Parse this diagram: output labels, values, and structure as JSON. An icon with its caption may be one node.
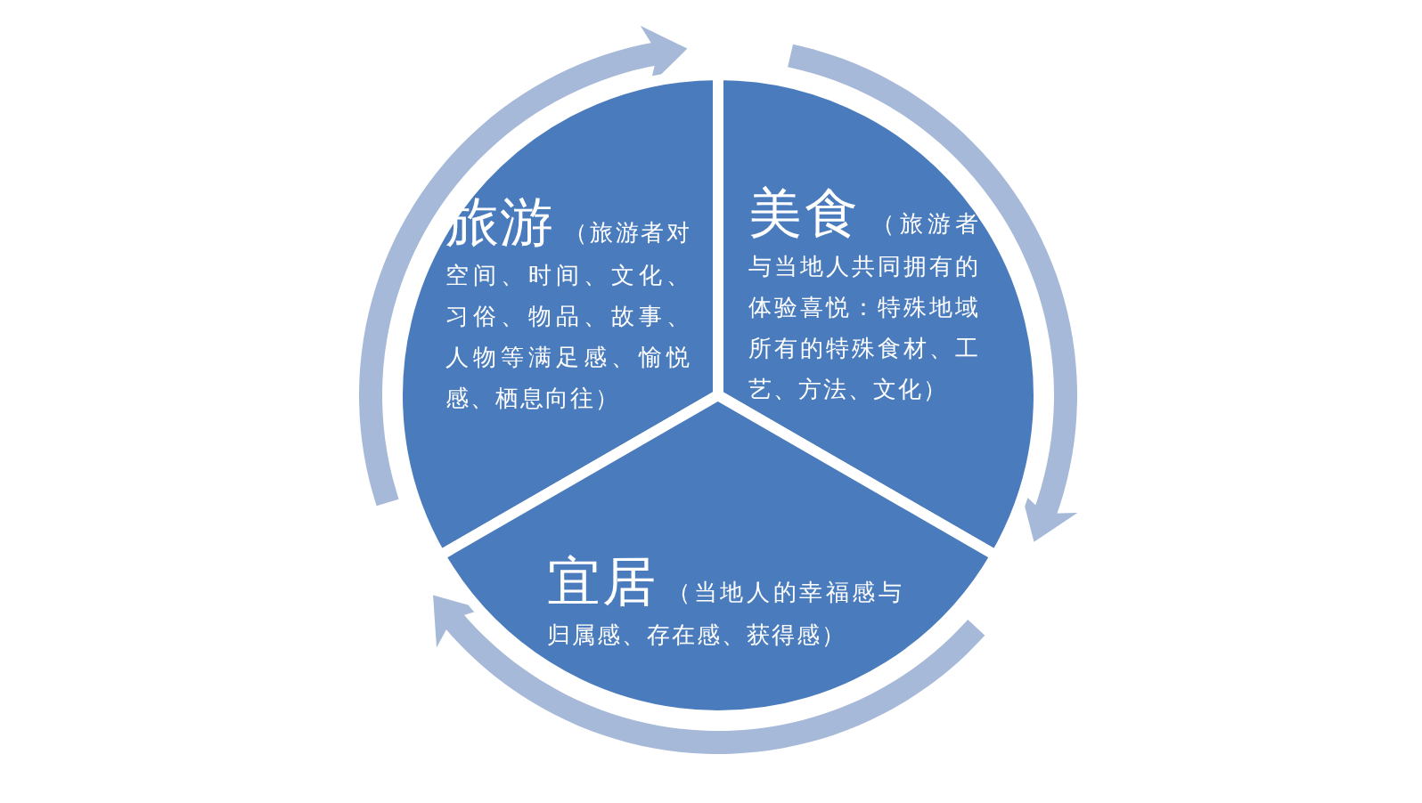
{
  "diagram": {
    "nodes": [
      {
        "text": [
          "旅游",
          "（旅游者对空间、时间、文化、习俗、物品、故事、人物等满足感、愉悦感、栖息向往）"
        ]
      },
      {
        "text": [
          "美食",
          "（旅游者与当地人共同拥有的体验喜悦：特殊地域所有的特殊食材、工艺、方法、文化）"
        ]
      },
      {
        "text": [
          "宜居",
          "（当地人的幸福感与归属感、存在感、获得感）"
        ]
      }
    ]
  }
}
